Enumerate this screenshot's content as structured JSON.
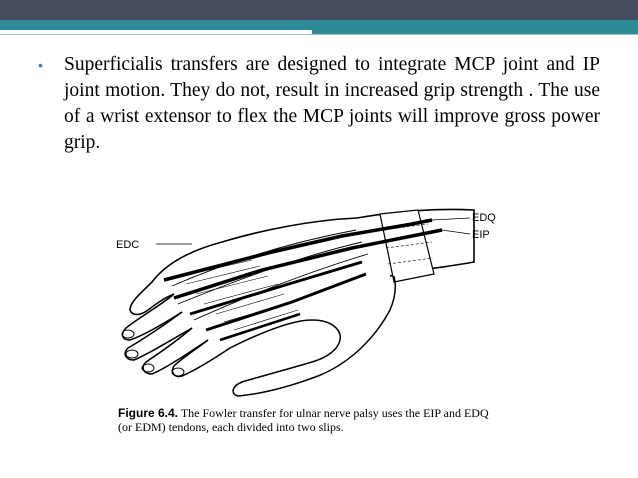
{
  "slide": {
    "bullet_text": "Superficialis transfers are designed to integrate MCP joint and IP joint motion. They do not, result in increased grip strength . The use of a wrist extensor to flex the MCP joints will improve gross power grip.",
    "figure": {
      "labels": {
        "edc": "EDC",
        "edq": "EDQ",
        "eip": "EIP"
      },
      "caption_label": "Figure 6.4.",
      "caption_text": "The Fowler transfer for ulnar nerve palsy uses the EIP and EDQ (or EDM) tendons, each divided into two slips."
    },
    "colors": {
      "header_dark": "#474c5e",
      "header_teal": "#2d8a97"
    }
  }
}
